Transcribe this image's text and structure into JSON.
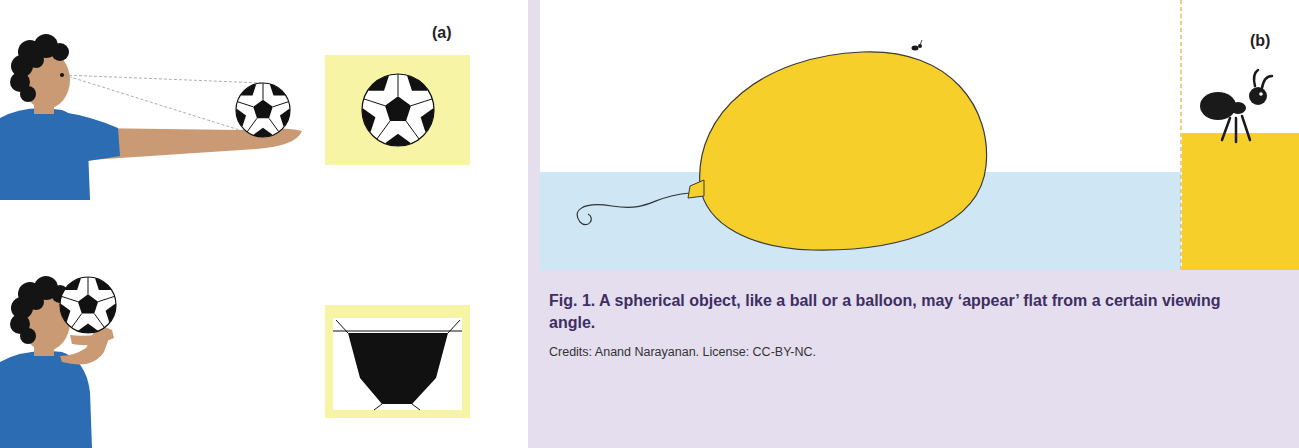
{
  "diagram": {
    "caption": "Fig. 1. A spherical object, like a ball or a balloon, may ‘appear’ flat from a certain viewing angle.",
    "labels": [
      "(a)",
      "(b)",
      "Credits: Anand Narayanan. License: CC-BY-NC."
    ]
  }
}
